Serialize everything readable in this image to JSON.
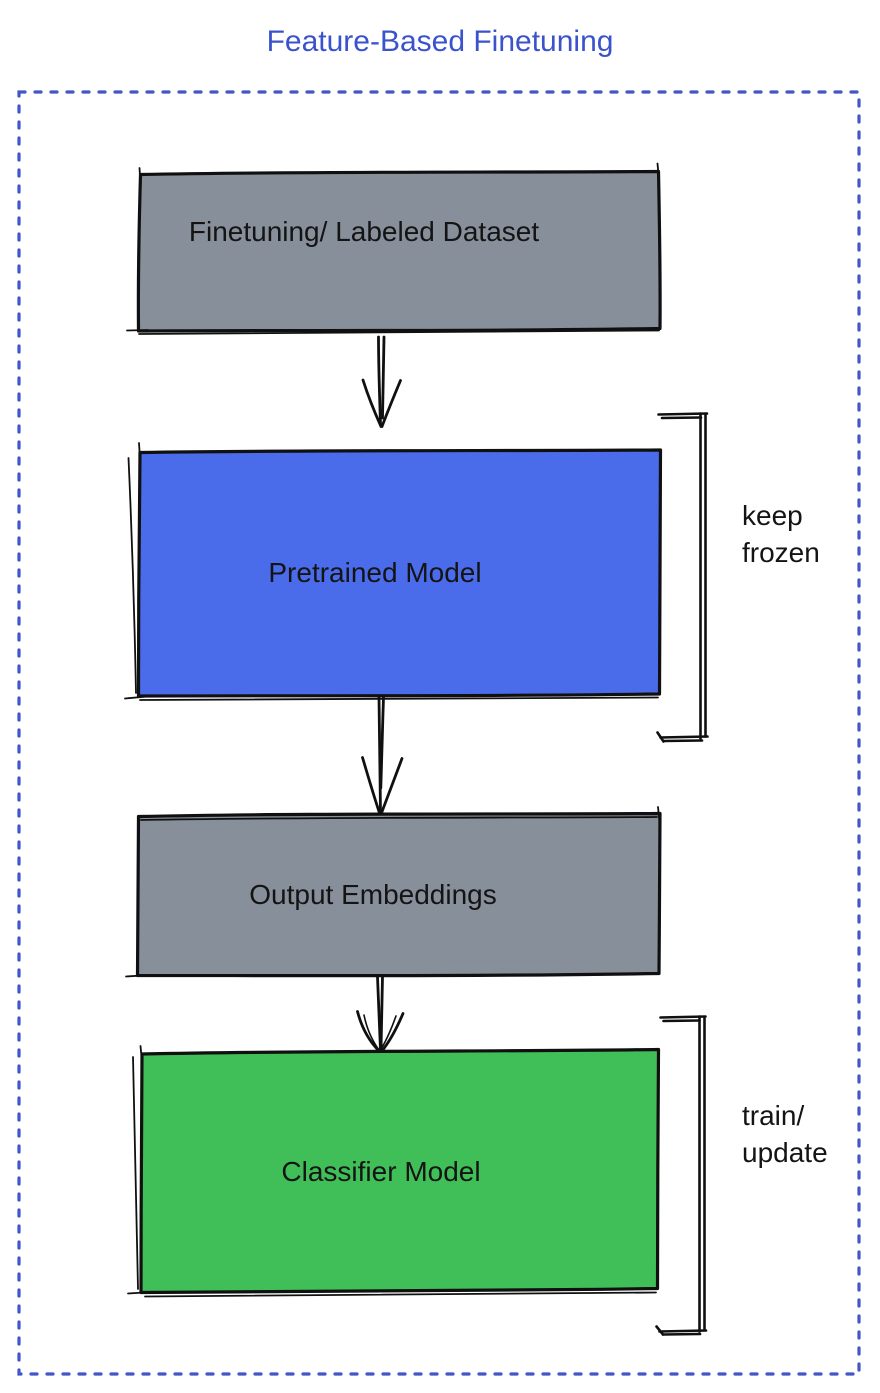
{
  "title": "Feature-Based Finetuning",
  "nodes": {
    "dataset": {
      "label": "Finetuning/ Labeled Dataset"
    },
    "pretrained": {
      "label": "Pretrained Model"
    },
    "embeddings": {
      "label": "Output Embeddings"
    },
    "classifier": {
      "label": "Classifier Model"
    }
  },
  "annotations": {
    "keep_frozen": {
      "label": "keep\nfrozen"
    },
    "train_update": {
      "label": "train/\nupdate"
    }
  },
  "colors": {
    "title_blue": "#3a53cd",
    "frame_blue": "#4156c8",
    "box_gray": "#878f9a",
    "box_blue": "#4a6ceb",
    "box_green": "#40bf58",
    "stroke_black": "#101010"
  }
}
